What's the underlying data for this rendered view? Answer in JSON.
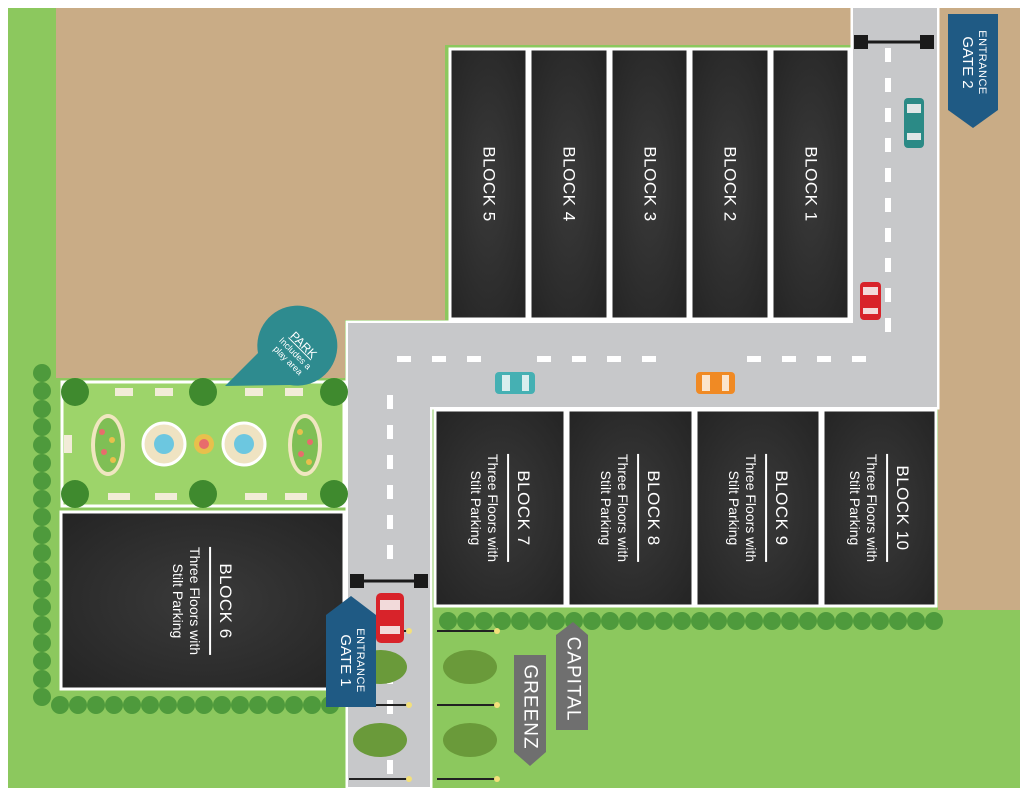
{
  "map": {
    "colors": {
      "grass": "#8cc85e",
      "sand": "#c9ac86",
      "road": "#c7c8ca",
      "building": "#323232",
      "gate_sign": "#1f5a84",
      "park_pin": "#2e8b8f",
      "brand_sign": "#6f6f6f"
    },
    "blocks_top": [
      "BLOCK 5",
      "BLOCK 4",
      "BLOCK 3",
      "BLOCK 2",
      "BLOCK 1"
    ],
    "blocks_bottom": [
      {
        "name": "BLOCK 7",
        "desc1": "Three Floors with",
        "desc2": "Stilt Parking"
      },
      {
        "name": "BLOCK 8",
        "desc1": "Three Floors with",
        "desc2": "Stilt Parking"
      },
      {
        "name": "BLOCK 9",
        "desc1": "Three Floors with",
        "desc2": "Stilt Parking"
      },
      {
        "name": "BLOCK 10",
        "desc1": "Three Floors with",
        "desc2": "Stilt Parking"
      }
    ],
    "block6": {
      "name": "BLOCK 6",
      "desc1": "Three Floors with",
      "desc2": "Stilt Parking"
    },
    "gate1": {
      "line1": "ENTRANCE",
      "line2": "GATE 1"
    },
    "gate2": {
      "line1": "ENTRANCE",
      "line2": "GATE 2"
    },
    "park": {
      "title": "PARK",
      "line1": "Includes a",
      "line2": "play area"
    },
    "brand": {
      "word1": "CAPITAL",
      "word2": "GREENZ"
    },
    "cars": [
      {
        "name": "teal-car",
        "color": "#2b8a86"
      },
      {
        "name": "red-car-right",
        "color": "#d8232a"
      },
      {
        "name": "cyan-car",
        "color": "#45b0b3"
      },
      {
        "name": "orange-car",
        "color": "#f08a24"
      },
      {
        "name": "red-car-gate",
        "color": "#d8232a"
      }
    ]
  }
}
